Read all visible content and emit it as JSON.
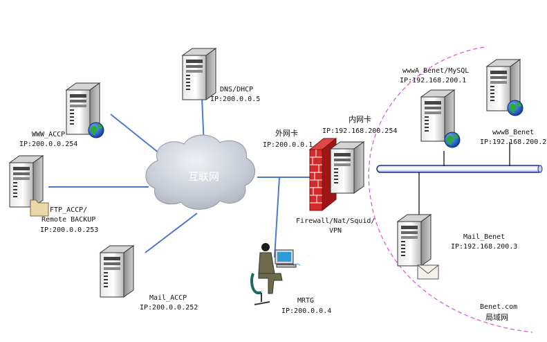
{
  "cloud": {
    "label": "互联网"
  },
  "nodes": {
    "dns": {
      "name": "DNS/DHCP",
      "ip": "IP:200.0.0.5"
    },
    "www_accp": {
      "name": "WWW_ACCP",
      "ip": "IP:200.0.0.254"
    },
    "ftp_accp": {
      "name": "FTP_ACCP/",
      "name2": "Remote BACKUP",
      "ip": "IP:200.0.0.253"
    },
    "mail_accp": {
      "name": "Mail_ACCP",
      "ip": "IP:200.0.0.252"
    },
    "firewall": {
      "ext_nic": "外网卡",
      "ext_ip": "IP:200.0.0.1",
      "int_nic": "内网卡",
      "int_ip": "IP:192.168.200.254",
      "name": "Firewall/Nat/Squid/",
      "name2": "VPN"
    },
    "mrtg": {
      "name": "MRTG",
      "ip": "IP:200.0.0.4"
    },
    "wwwa_benet": {
      "name": "wwwA_Benet/MySQL",
      "ip": "IP:192.168.200.1"
    },
    "wwwb_benet": {
      "name": "wwwB_Benet",
      "ip": "IP:192.168.200.2"
    },
    "mail_benet": {
      "name": "Mail_Benet",
      "ip": "IP:192.168.200.3"
    }
  },
  "lan": {
    "domain": "Benet.com",
    "label": "局域网"
  },
  "colors": {
    "wan_link": "#4a78d0",
    "lan_boundary": "#e050c8",
    "firewall_brick": "#d42a2a",
    "lan_bus_border": "#1a2d8a"
  },
  "icons": [
    "server-icon",
    "globe-icon",
    "folder-icon",
    "envelope-icon",
    "firewall-icon",
    "cloud-icon",
    "workstation-icon"
  ]
}
